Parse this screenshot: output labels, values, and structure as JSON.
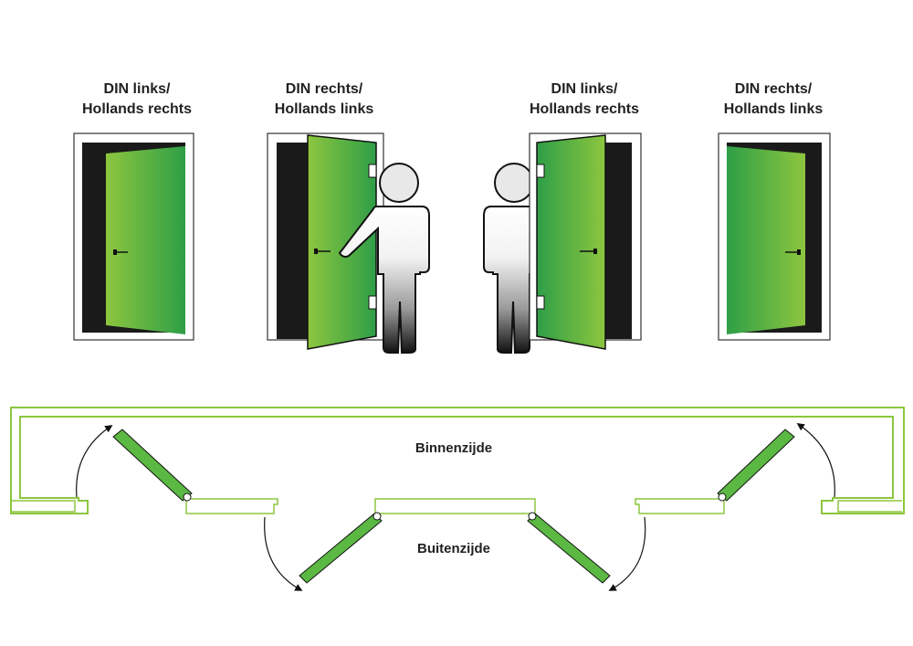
{
  "doors": [
    {
      "line1": "DIN links/",
      "line2": "Hollands rechts"
    },
    {
      "line1": "DIN rechts/",
      "line2": "Hollands links"
    },
    {
      "line1": "DIN links/",
      "line2": "Hollands rechts"
    },
    {
      "line1": "DIN rechts/",
      "line2": "Hollands links"
    }
  ],
  "plan": {
    "inside_label": "Binnenzijde",
    "outside_label": "Buitenzijde"
  },
  "colors": {
    "door_green_light": "#8dc63f",
    "door_green_dark": "#2e9e47",
    "frame_black": "#1a1a1a",
    "outline_green": "#8dc63f",
    "person_gray": "#e6e6e6",
    "person_outline": "#111111"
  }
}
